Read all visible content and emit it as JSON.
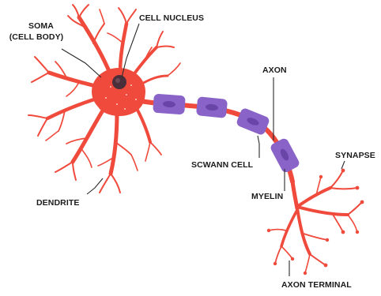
{
  "diagram": {
    "labels": {
      "soma_line1": "SOMA",
      "soma_line2": "(CELL BODY)",
      "nucleus": "CELL NUCLEUS",
      "axon": "AXON",
      "dendrite": "DENDRITE",
      "schwann": "SCWANN CELL",
      "myelin": "MYELIN",
      "synapse": "SYNAPSE",
      "terminal": "AXON TERMINAL"
    },
    "colors": {
      "neuron": "#ef4a3c",
      "myelin": "#8a63c9",
      "myelin_dark": "#6a45a8",
      "nucleus": "#4a2f3b",
      "text": "#1b1b1b"
    }
  }
}
